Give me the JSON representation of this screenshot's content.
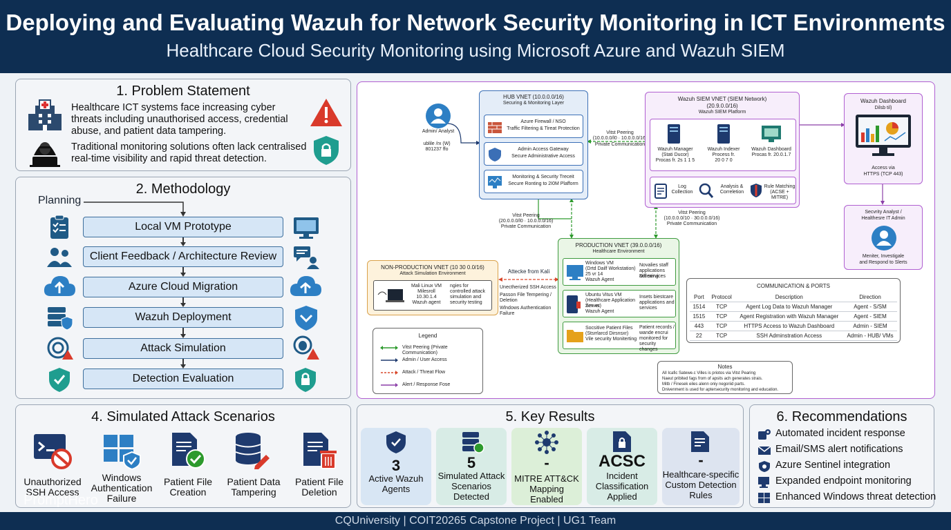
{
  "header": {
    "title": "Deploying and Evaluating Wazuh for Network Security Monitoring in ICT Environments",
    "subtitle": "Healthcare Cloud Security Monitoring using Microsoft Azure and Wazuh SIEM"
  },
  "problem": {
    "title": "1. Problem Statement",
    "p1": "Healthcare ICT systems face increasing cyber threats including unauthorised access, credential abuse, and patient data tampering.",
    "p2": "Traditional monitoring solutions often lack centralised real-time visibility and rapid threat detection."
  },
  "methodology": {
    "title": "2. Methodology",
    "planning": "Planning",
    "steps": [
      "Local VM Prototype",
      "Client Feedback / Architecture Review",
      "Azure Cloud Migration",
      "Wazuh Deployment",
      "Attack Simulation",
      "Detection Evaluation"
    ]
  },
  "diagram": {
    "admin": {
      "label": "Admin/ Analyst",
      "sub1": "ublile /rx (W)",
      "sub2": "801237 ffo"
    },
    "hub": {
      "title": "HUB VNET (10.0.0.0/16)",
      "subtitle": "Securing & Monitoring Layer",
      "items": [
        {
          "l1": "Azure Firewall / NSO",
          "l2": "Traffic Filtering & Tireat Protection"
        },
        {
          "l1": "Admin Access Gateway",
          "l2": "Secure Administrative Access"
        },
        {
          "l1": "Monitoring & Security Treceit",
          "l2": "Secure Ronting to 2I0M Plafform"
        }
      ]
    },
    "peer1": {
      "l1": "Vitst Peering",
      "l2": "(10.0.0.0/l0 · 10.0.0.0/16)",
      "l3": "Private Communication"
    },
    "siem": {
      "title": "Wazuh SIEM VNET (SIEM Network)",
      "cidr": "(20.9.0.0/16)",
      "subtitle": "Wazuh SIEM Platform",
      "nodes": [
        {
          "l1": "Wazuh Manager",
          "l2": "(Stati Ducor)",
          "l3": "Procas fr. 2s 1 1 5"
        },
        {
          "l1": "Wazuh Indexer",
          "l2": "Process fr.",
          "l3": "20 0 7 0"
        },
        {
          "l1": "Wazuh Dashboard",
          "l2": "Procas fr. 20.0.1.7",
          "l3": ""
        }
      ],
      "features": [
        "Log Collection",
        "Analysis & Correletion",
        "Rule Matching (ACSE + MITRE)"
      ]
    },
    "dashboard": {
      "title": "Wazuh Dashboard",
      "sub": "Dilsb til)",
      "access1": "Access via",
      "access2": "HTTPS (TCP 443)"
    },
    "analyst": {
      "title": "Secvrity Analyst /",
      "title2": "Healthesre IT Admin",
      "sub1": "Meniter, Investigale",
      "sub2": "and Respond to Slerts"
    },
    "peer2": {
      "l1": "Vitst Peering",
      "l2": "(20.0.0.0/l0 · 10.0.0.0/16)",
      "l3": "Private Communication"
    },
    "peer3": {
      "l1": "Vitst Peering",
      "l2": "(10.0.0.0/10 · 30.0.0.0/16)",
      "l3": "Private Communication"
    },
    "nonprod": {
      "title": "NON-PRODUCTION VNET (10 30 0.0/16)",
      "sub": "Attack Simulation Environment",
      "vm1": "Mali Linux VM",
      "vm2": "Milesroll",
      "vm3": "10.30.1.4",
      "vm4": "Wazuh agent",
      "note1": "ngies for",
      "note2": "controlled attack",
      "note3": "simulation and",
      "note4": "security testing"
    },
    "attack": {
      "title": "Attecke from Kali",
      "b1": "Unectherized SSH Access",
      "b2": "Passon File Tempering / Deletion",
      "b3": "Wlndows Authentication Failure"
    },
    "prod": {
      "title": "PRODUCTION VNET (39.0.0.0/16)",
      "subtitle": "Healthcare Environment",
      "items": [
        {
          "l1": "Windows VM",
          "l2": "(Drtd Dailf Workstation)",
          "l3": "25 vr 14",
          "l4": "Wazuh Agent",
          "n1": "Novalies staff",
          "n2": "applications accesing",
          "n3": "Diff services"
        },
        {
          "l1": "Ubuntu Vitus VM",
          "l2": "(Healthcare Application Server)",
          "l3": "Zev vs",
          "l4": "Wazuh Agent",
          "n1": "Insets biestcare",
          "n2": "applications and",
          "n3": "services"
        },
        {
          "l1": "Socsitive Patient Files",
          "l2": "(Stsrrlarcd Dirsnsxr)",
          "l3": "Vile security Moniterting",
          "l4": "",
          "n1": "Patient records /",
          "n2": "wande encrui",
          "n3": "monitored for security changes"
        }
      ]
    },
    "ports": {
      "title": "COMMUNICATION & PORTS",
      "headers": [
        "Port",
        "Protocol",
        "Description",
        "Direction"
      ],
      "rows": [
        [
          "1514",
          "TCP",
          "Agent Log Data to Wazuh Manager",
          "Agent - S/SM"
        ],
        [
          "1515",
          "TCP",
          "Agent Registration with Wazuh Manager",
          "Agent - SIEM"
        ],
        [
          "443",
          "TCP",
          "HTTPS Access to Wazuh Dashboard",
          "Admin - SIEM"
        ],
        [
          "22",
          "TCP",
          "SSH Adminstration Access",
          "Admin - HUB/ VMs"
        ]
      ]
    },
    "legend": {
      "title": "Legend",
      "items": [
        "Vitst Peering (Private Communication)",
        "Admin / User Access",
        "Attack / Threat Flow",
        "Alert / Response Fose"
      ]
    },
    "notes": {
      "title": "Notes",
      "items": [
        "All Icafic Satewe.c Villes is priotos via Vitst Pearing",
        "Naeut pribited fags from of apsits ach generates strais.",
        "Mitb / Finesek eiles alenn oniy negoriid parts.",
        "Dnivenment is used for aptersecurity monitoring and education."
      ]
    },
    "colors": {
      "hub": "#3b6fb6",
      "siem": "#b05fd1",
      "prod": "#3e9a3e",
      "nonprod": "#d9a14a",
      "peer": "#2d9a2d",
      "attack": "#d9482b",
      "alert": "#8b3fa8"
    }
  },
  "scenarios": {
    "title": "4. Simulated Attack Scenarios",
    "items": [
      "Unauthorized SSH Access",
      "Windows Authentication Failure",
      "Patient File Creation",
      "Patient Data Tampering",
      "Patient File Deletion"
    ]
  },
  "results": {
    "title": "5. Key Results",
    "cards": [
      {
        "value": "3",
        "label": "Active Wazuh Agents"
      },
      {
        "value": "5",
        "label": "Simulated Attack Scenarios Detected"
      },
      {
        "value": "-",
        "label": "MITRE ATT&CK Mapping Enabled"
      },
      {
        "value": "ACSC",
        "label": "Incident Classification Applied"
      },
      {
        "value": "-",
        "label": "Healthcare-specific Custom Detection Rules"
      }
    ]
  },
  "recommendations": {
    "title": "6. Recommendations",
    "items": [
      "Automated incident response",
      "Email/SMS alert notifications",
      "Azure Sentinel integration",
      "Expanded endpoint monitoring",
      "Enhanced Windows threat detection"
    ]
  },
  "footer": "CQUniversity | COIT20265 Capstone Project | UG1 Team",
  "watermark": "PromptHero"
}
